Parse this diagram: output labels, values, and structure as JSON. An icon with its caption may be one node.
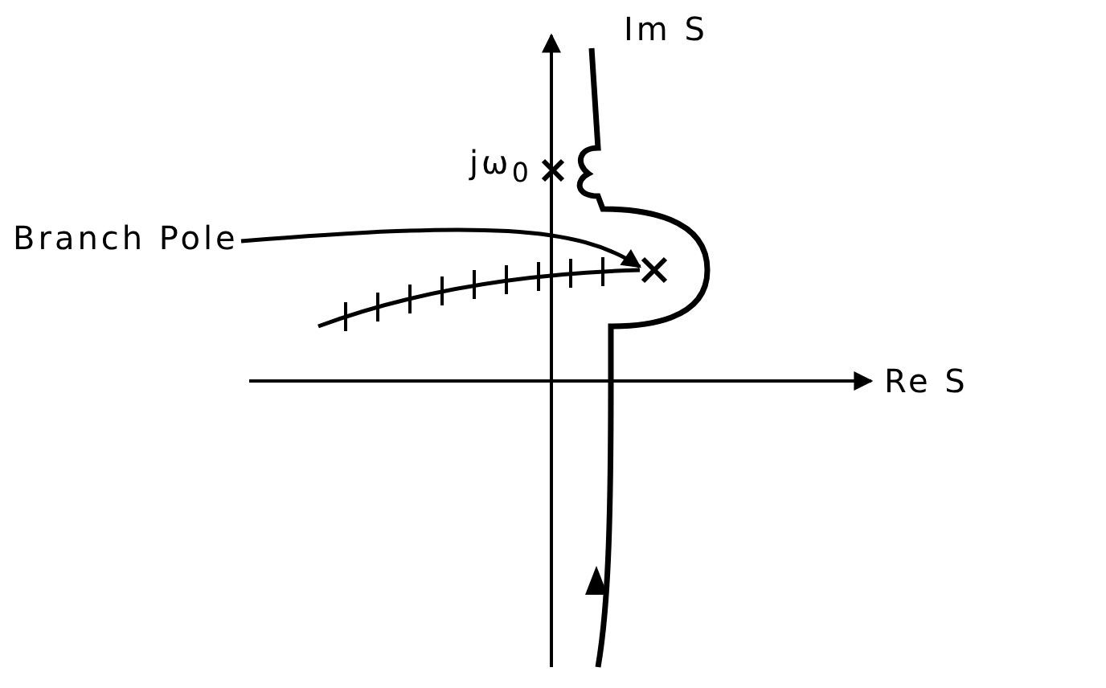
{
  "diagram": {
    "nodes": [
      {
        "text": [
          "Branch Pole"
        ]
      },
      {
        "text": [],
        "shape": "cross"
      }
    ],
    "edges": [
      {
        "from": 0,
        "to": 1,
        "arrow": "to"
      }
    ],
    "labels": [
      "Im S",
      "jω$_{0}$",
      "Re S"
    ]
  }
}
